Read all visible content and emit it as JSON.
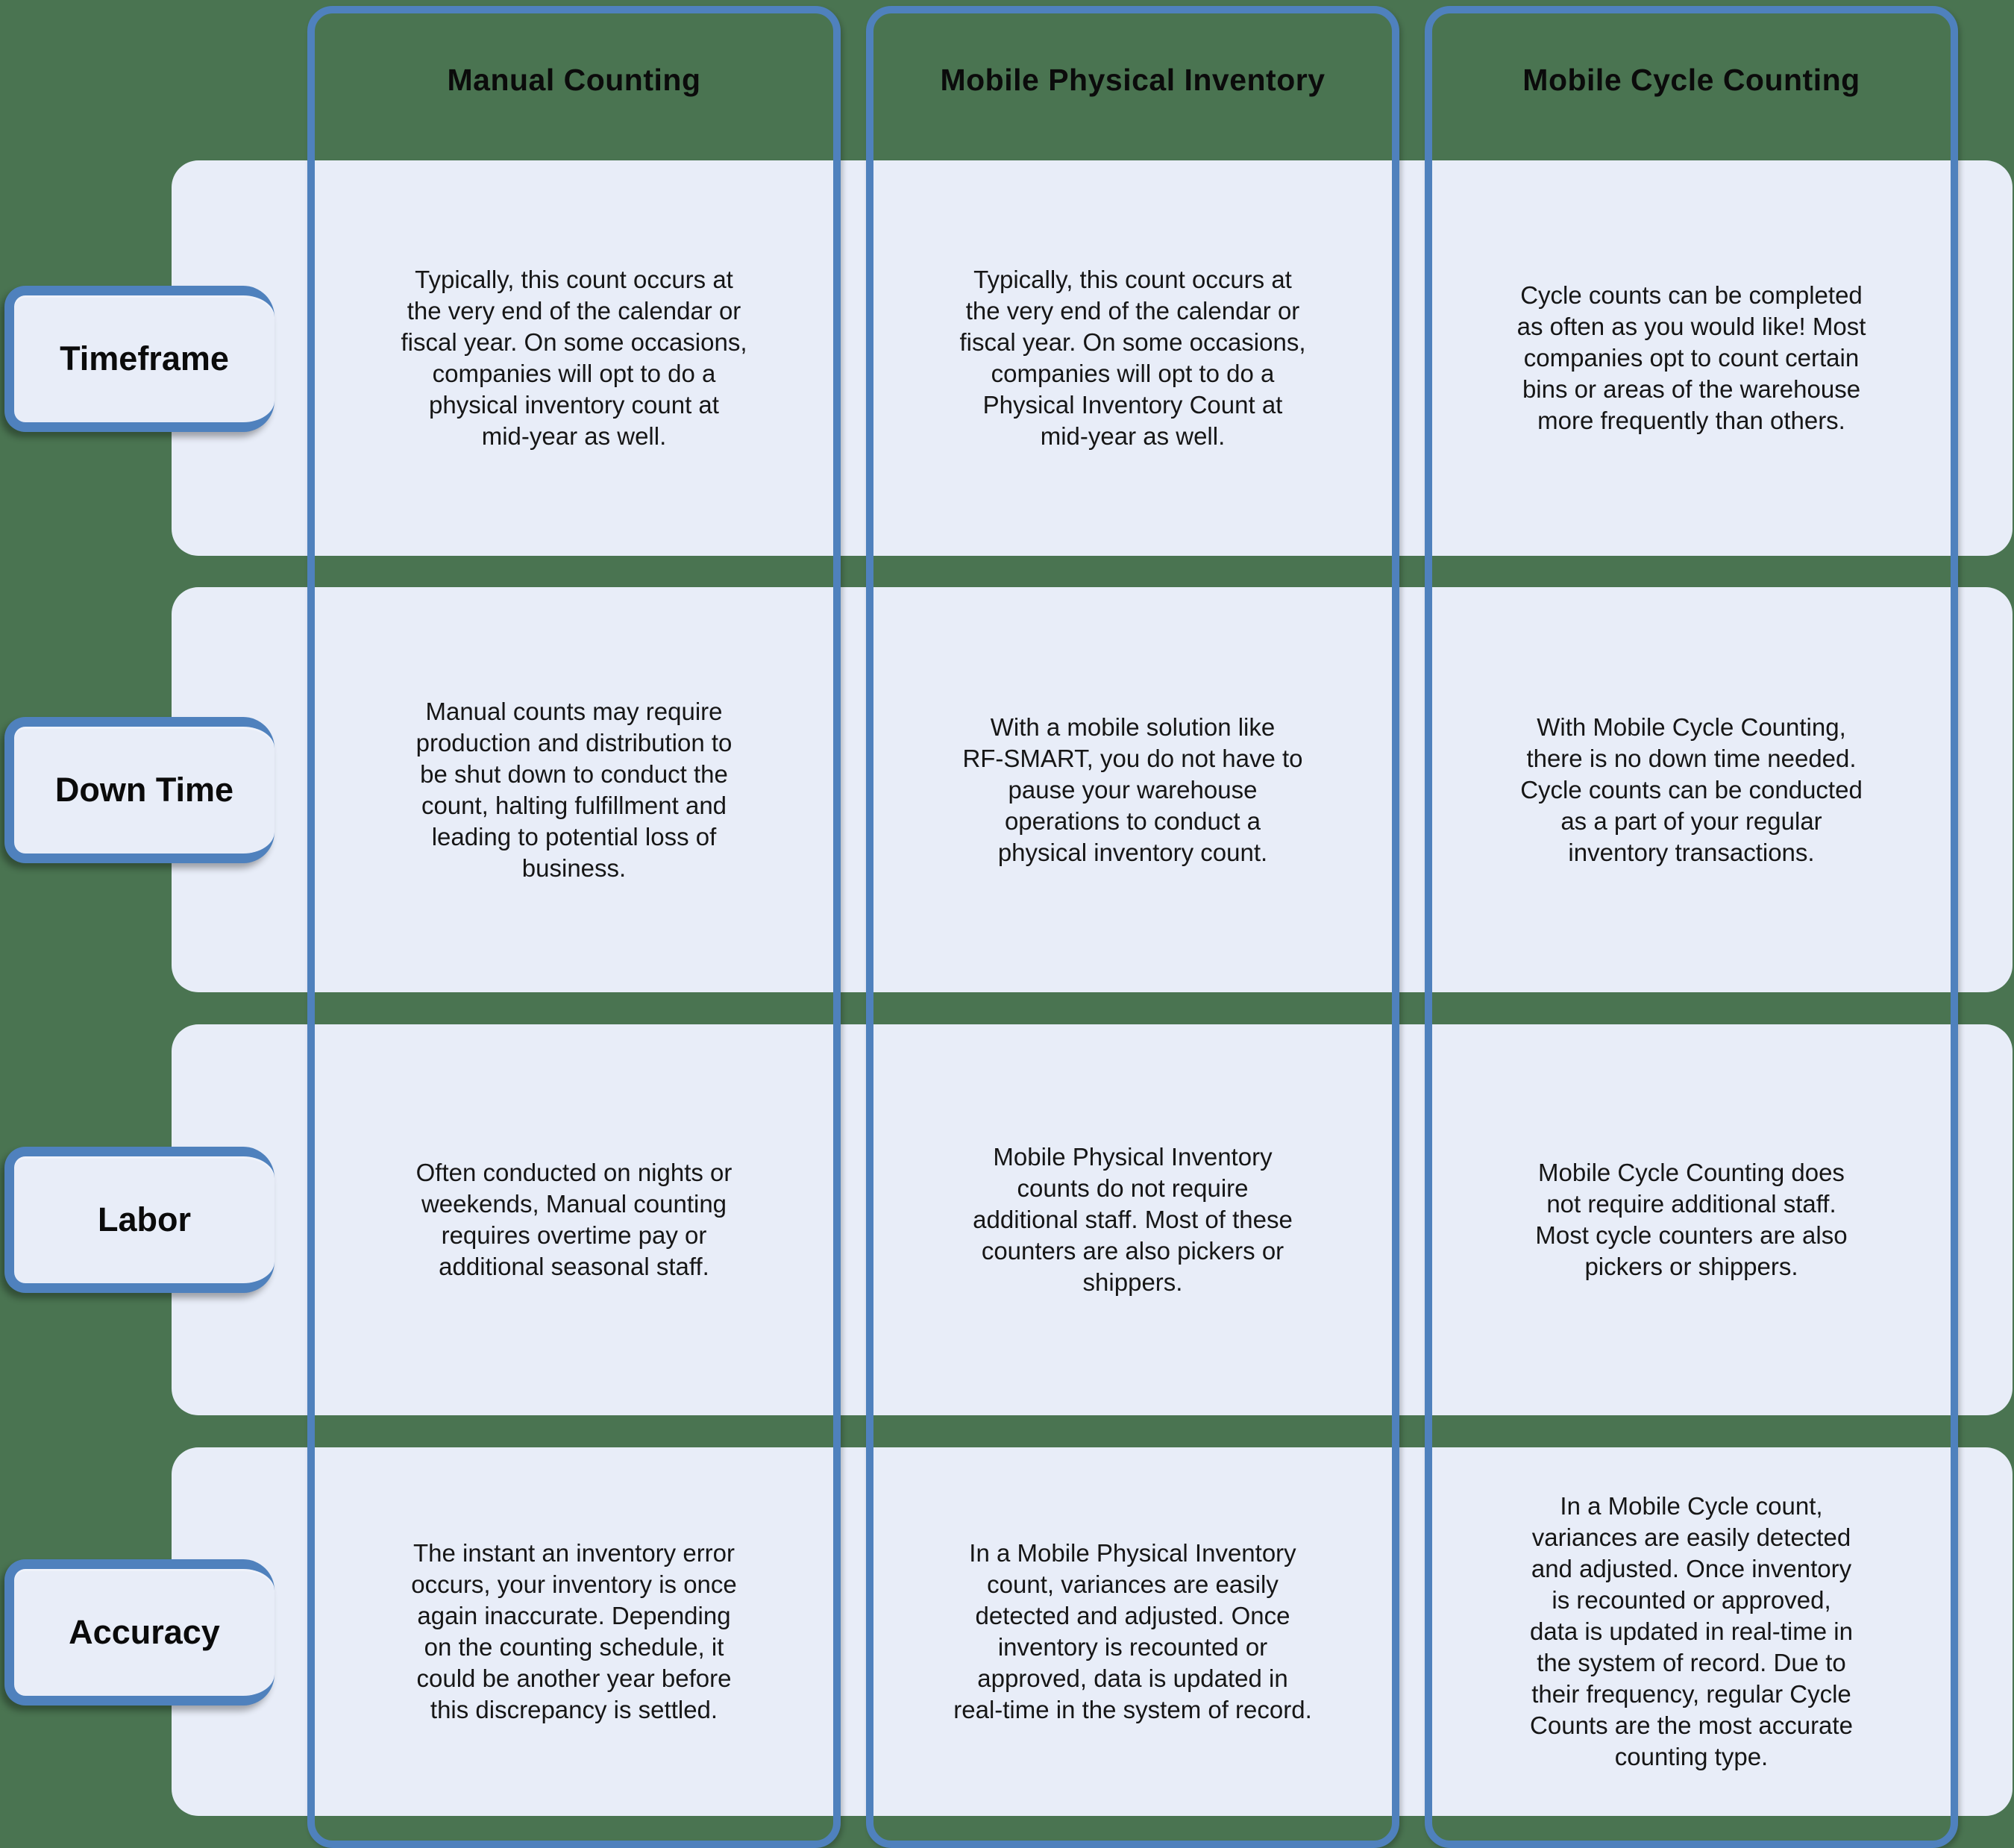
{
  "palette": {
    "background_green": "#4A7451",
    "accent_blue": "#4F81BD",
    "band_fill": "#E8EDF8",
    "text_color": "#161616"
  },
  "columns": [
    {
      "header": "Manual Counting"
    },
    {
      "header": "Mobile Physical Inventory"
    },
    {
      "header": "Mobile Cycle Counting"
    }
  ],
  "rows": [
    {
      "label": "Timeframe",
      "cells": [
        "Typically, this count occurs at\nthe very end of the calendar or\nfiscal year. On some occasions,\ncompanies will opt to do a\nphysical inventory count at\nmid-year as well.",
        "Typically, this count occurs at\nthe very end of the calendar or\nfiscal year. On some occasions,\ncompanies will opt to do a\nPhysical Inventory Count at\nmid-year as well.",
        "Cycle counts can be completed\nas often as you would like! Most\ncompanies opt to count certain\nbins or areas of the warehouse\nmore frequently than others."
      ]
    },
    {
      "label": "Down Time",
      "cells": [
        "Manual counts may require\nproduction and distribution to\nbe shut down to conduct the\ncount, halting fulfillment and\nleading to potential loss of\nbusiness.",
        "With a mobile solution like\nRF-SMART, you do not have to\npause your warehouse\noperations to conduct a\nphysical inventory count.",
        "With Mobile Cycle Counting,\nthere is no down time needed.\nCycle counts can be conducted\nas a part of your regular\ninventory transactions."
      ]
    },
    {
      "label": "Labor",
      "cells": [
        "Often conducted on nights or\nweekends, Manual counting\nrequires overtime pay or\nadditional seasonal staff.",
        "Mobile Physical Inventory\ncounts do not require\nadditional staff. Most of these\ncounters are also pickers or\nshippers.",
        "Mobile Cycle Counting does\nnot require additional staff.\nMost cycle counters are also\npickers or shippers."
      ]
    },
    {
      "label": "Accuracy",
      "cells": [
        "The instant an inventory error\noccurs, your inventory is once\nagain inaccurate. Depending\non the counting schedule, it\ncould be another year before\nthis discrepancy is settled.",
        "In a Mobile Physical Inventory\ncount, variances are easily\ndetected and adjusted. Once\ninventory is recounted or\napproved, data is updated in\nreal-time in the system of record.",
        "In a Mobile Cycle count,\nvariances are easily detected\nand adjusted. Once inventory\nis recounted or approved,\ndata is updated in real-time in\nthe system of record. Due to\ntheir frequency, regular Cycle\nCounts are the most accurate\ncounting type."
      ]
    }
  ]
}
